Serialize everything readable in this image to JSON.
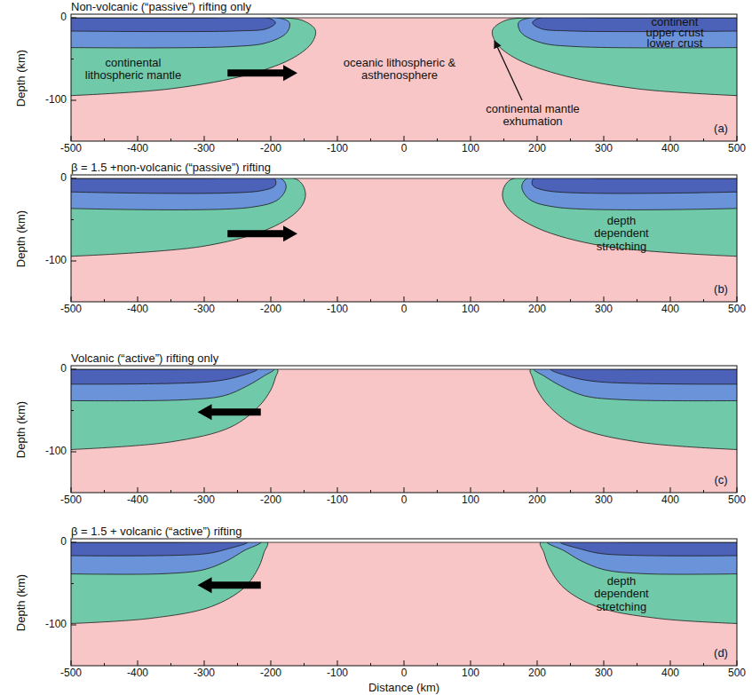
{
  "diagram": {
    "labels": [
      "Non-volcanic (“passive”) rifting only",
      "(a)",
      "Depth (km)",
      "0",
      "-100",
      "-500",
      "-400",
      "-300",
      "-200",
      "-100",
      "0",
      "100",
      "200",
      "300",
      "400",
      "500",
      "continent",
      "upper crust",
      "lower crust",
      "continental lithospheric mantle",
      "oceanic lithospheric & asthenosphere",
      "continental mantle exhumation",
      "β = 1.5 +non-volcanic (“passive”) rifting",
      "(b)",
      "Depth (km)",
      "0",
      "-100",
      "-500",
      "-400",
      "-300",
      "-200",
      "-100",
      "0",
      "100",
      "200",
      "300",
      "400",
      "500",
      "depth dependent stretching",
      "Volcanic (“active”) rifting only",
      "(c)",
      "Depth (km)",
      "0",
      "-100",
      "-500",
      "-400",
      "-300",
      "-200",
      "-100",
      "0",
      "100",
      "200",
      "300",
      "400",
      "500",
      "β = 1.5 + volcanic (“active”) rifting",
      "(d)",
      "Depth (km)",
      "0",
      "-100",
      "-500",
      "-400",
      "-300",
      "-200",
      "-100",
      "0",
      "100",
      "200",
      "300",
      "400",
      "500",
      "depth dependent stretching",
      "Distance (km)"
    ]
  }
}
